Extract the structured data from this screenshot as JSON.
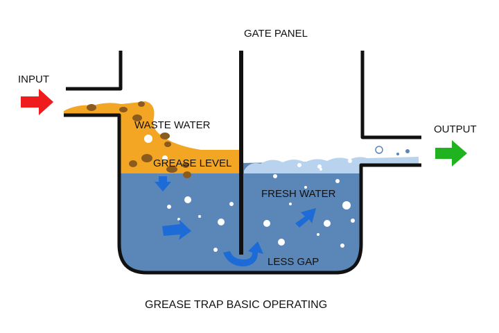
{
  "labels": {
    "gate_panel": "GATE PANEL",
    "input": "INPUT",
    "output": "OUTPUT",
    "waste_water": "WASTE WATER",
    "grease_level": "GREASE LEVEL",
    "fresh_water": "FRESH WATER",
    "less_gap": "LESS GAP",
    "title": "GREASE TRAP BASIC OPERATING"
  },
  "colors": {
    "grease": "#f3a623",
    "water": "#5a86b8",
    "fresh_surface": "#b9d3ee",
    "flow_arrow": "#1c6bd6",
    "input_arrow": "#ee1c1c",
    "output_arrow": "#1fb31f",
    "walls": "#111111"
  },
  "icons": {
    "input": "arrow-right-icon",
    "output": "arrow-right-icon",
    "flow": "curved-arrow-icon"
  }
}
